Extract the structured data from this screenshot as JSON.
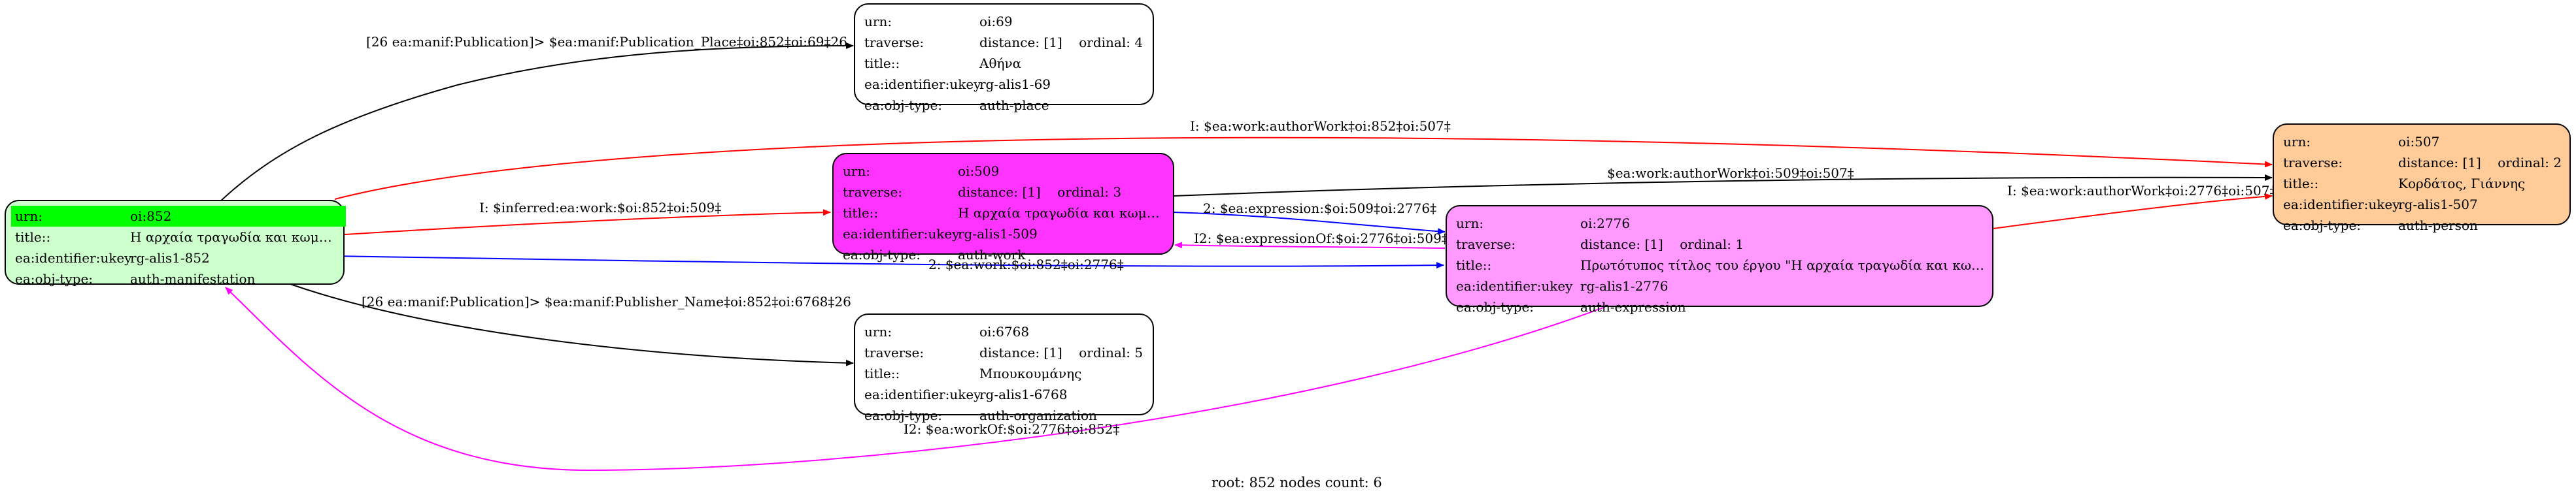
{
  "colors": {
    "black": "#000000",
    "red": "#ff0000",
    "blue": "#0000ff",
    "magenta": "#ff00ff",
    "node_root": "#ccffcc",
    "node_root_highlight": "#00ff00",
    "node_work": "#ff33ff",
    "node_expression": "#ff99ff",
    "node_person": "#ffcc99",
    "node_plain": "#ffffff"
  },
  "nodes": {
    "n852": {
      "rows": [
        {
          "k": "urn:",
          "v": "oi:852"
        },
        {
          "k": "title::",
          "v": "Η αρχαία τραγωδία και κωμωδία"
        },
        {
          "k": "ea:identifier:ukey",
          "v": "rg-alis1-852"
        },
        {
          "k": "ea:obj-type:",
          "v": "auth-manifestation"
        }
      ]
    },
    "n69": {
      "rows": [
        {
          "k": "urn:",
          "v": "oi:69"
        },
        {
          "k": "traverse:",
          "v": "distance: [1]",
          "v2": "ordinal: 4"
        },
        {
          "k": "title::",
          "v": "Αθήνα"
        },
        {
          "k": "ea:identifier:ukey",
          "v": "rg-alis1-69"
        },
        {
          "k": "ea:obj-type:",
          "v": "auth-place"
        }
      ]
    },
    "n509": {
      "rows": [
        {
          "k": "urn:",
          "v": "oi:509"
        },
        {
          "k": "traverse:",
          "v": "distance: [1]",
          "v2": "ordinal: 3"
        },
        {
          "k": "title::",
          "v": "Η αρχαία τραγωδία και κωμωδία"
        },
        {
          "k": "ea:identifier:ukey",
          "v": "rg-alis1-509"
        },
        {
          "k": "ea:obj-type:",
          "v": "auth-work"
        }
      ]
    },
    "n6768": {
      "rows": [
        {
          "k": "urn:",
          "v": "oi:6768"
        },
        {
          "k": "traverse:",
          "v": "distance: [1]",
          "v2": "ordinal: 5"
        },
        {
          "k": "title::",
          "v": "Μπουκουμάνης"
        },
        {
          "k": "ea:identifier:ukey",
          "v": "rg-alis1-6768"
        },
        {
          "k": "ea:obj-type:",
          "v": "auth-organization"
        }
      ]
    },
    "n2776": {
      "rows": [
        {
          "k": "urn:",
          "v": "oi:2776"
        },
        {
          "k": "traverse:",
          "v": "distance: [1]",
          "v2": "ordinal: 1"
        },
        {
          "k": "title::",
          "v": "Πρωτότυπος τίτλος του έργου \"Η αρχαία τραγωδία και κωμωδία..."
        },
        {
          "k": "ea:identifier:ukey",
          "v": "rg-alis1-2776"
        },
        {
          "k": "ea:obj-type:",
          "v": "auth-expression"
        }
      ]
    },
    "n507": {
      "rows": [
        {
          "k": "urn:",
          "v": "oi:507"
        },
        {
          "k": "traverse:",
          "v": "distance: [1]",
          "v2": "ordinal: 2"
        },
        {
          "k": "title::",
          "v": "Κορδάτος, Γιάννης"
        },
        {
          "k": "ea:identifier:ukey",
          "v": "rg-alis1-507"
        },
        {
          "k": "ea:obj-type:",
          "v": "auth-person"
        }
      ]
    }
  },
  "edges": {
    "e852_69": "[26 ea:manif:Publication]> $ea:manif:Publication_Place‡oi:852‡oi:69‡26",
    "e852_507": "I: $ea:work:authorWork‡oi:852‡oi:507‡",
    "e852_509": "I: $inferred:ea:work:$oi:852‡oi:509‡",
    "e509_507": "$ea:work:authorWork‡oi:509‡oi:507‡",
    "e509_2776": "2: $ea:expression:$oi:509‡oi:2776‡",
    "e2776_509": "I2: $ea:expressionOf:$oi:2776‡oi:509‡",
    "e2776_507": "I: $ea:work:authorWork‡oi:2776‡oi:507‡",
    "e852_2776": "2: $ea:work:$oi:852‡oi:2776‡",
    "e852_6768": "[26 ea:manif:Publication]> $ea:manif:Publisher_Name‡oi:852‡oi:6768‡26",
    "e2776_852": "I2: $ea:workOf:$oi:2776‡oi:852‡"
  },
  "footer": "root: 852 nodes count: 6"
}
